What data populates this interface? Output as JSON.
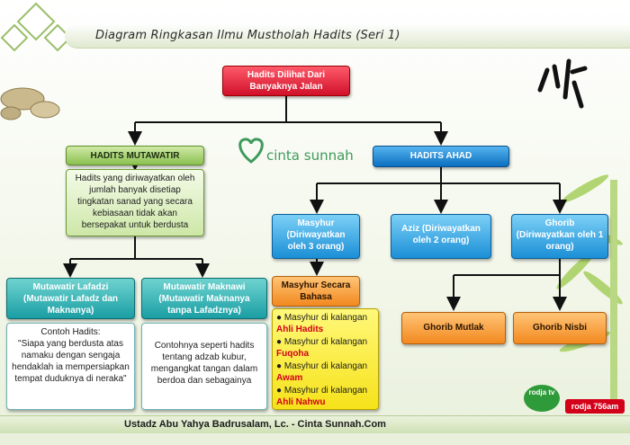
{
  "header": {
    "title": "Diagram Ringkasan Ilmu Mustholah Hadits (Seri 1)"
  },
  "footer": {
    "text": "Ustadz Abu Yahya Badrusalam, Lc. - Cinta Sunnah.Com"
  },
  "logo": {
    "text": "cinta sunnah"
  },
  "nodes": {
    "root": "Hadits Dilihat Dari Banyaknya Jalan",
    "mutawatir": "HADITS MUTAWATIR",
    "mutawatir_def": "Hadits yang diriwayatkan oleh jumlah banyak disetiap tingkatan sanad yang secara kebiasaan tidak akan bersepakat untuk berdusta",
    "lafadzi": "Mutawatir Lafadzi (Mutawatir Lafadz dan Maknanya)",
    "lafadzi_ex_title": "Contoh Hadits:",
    "lafadzi_ex": "\"Siapa yang berdusta atas namaku dengan sengaja hendaklah ia mempersiapkan tempat duduknya di neraka\"",
    "maknawi": "Mutawatir Maknawi (Mutawatir Maknanya tanpa Lafadznya)",
    "maknawi_ex": "Contohnya seperti hadits tentang adzab kubur, mengangkat tangan dalam berdoa dan sebagainya",
    "ahad": "HADITS AHAD",
    "masyhur": "Masyhur (Diriwayatkan oleh 3 orang)",
    "aziz": "Aziz (Diriwayatkan oleh 2 orang)",
    "ghorib": "Ghorib (Diriwayatkan oleh 1 orang)",
    "masyhur_bahasa": "Masyhur Secara Bahasa",
    "masyhur_items": [
      {
        "prefix": "Masyhur di kalangan",
        "highlight": "Ahli Hadits"
      },
      {
        "prefix": "Masyhur di kalangan",
        "highlight": "Fuqoha"
      },
      {
        "prefix": "Masyhur di kalangan",
        "highlight": "Awam"
      },
      {
        "prefix": "Masyhur di kalangan",
        "highlight": "Ahli Nahwu"
      }
    ],
    "ghorib_mutlak": "Ghorib Mutlak",
    "ghorib_nisbi": "Ghorib Nisbi"
  },
  "brand": {
    "rodja_tv": "rodja tv",
    "rodja_radio": "rodja 756am"
  },
  "colors": {
    "root": "#d0102a",
    "mutawatir": "#8cc152",
    "ahad": "#1b8fd6",
    "orange": "#f2891f",
    "teal": "#1a9ea4",
    "highlight": "#d3001a"
  }
}
